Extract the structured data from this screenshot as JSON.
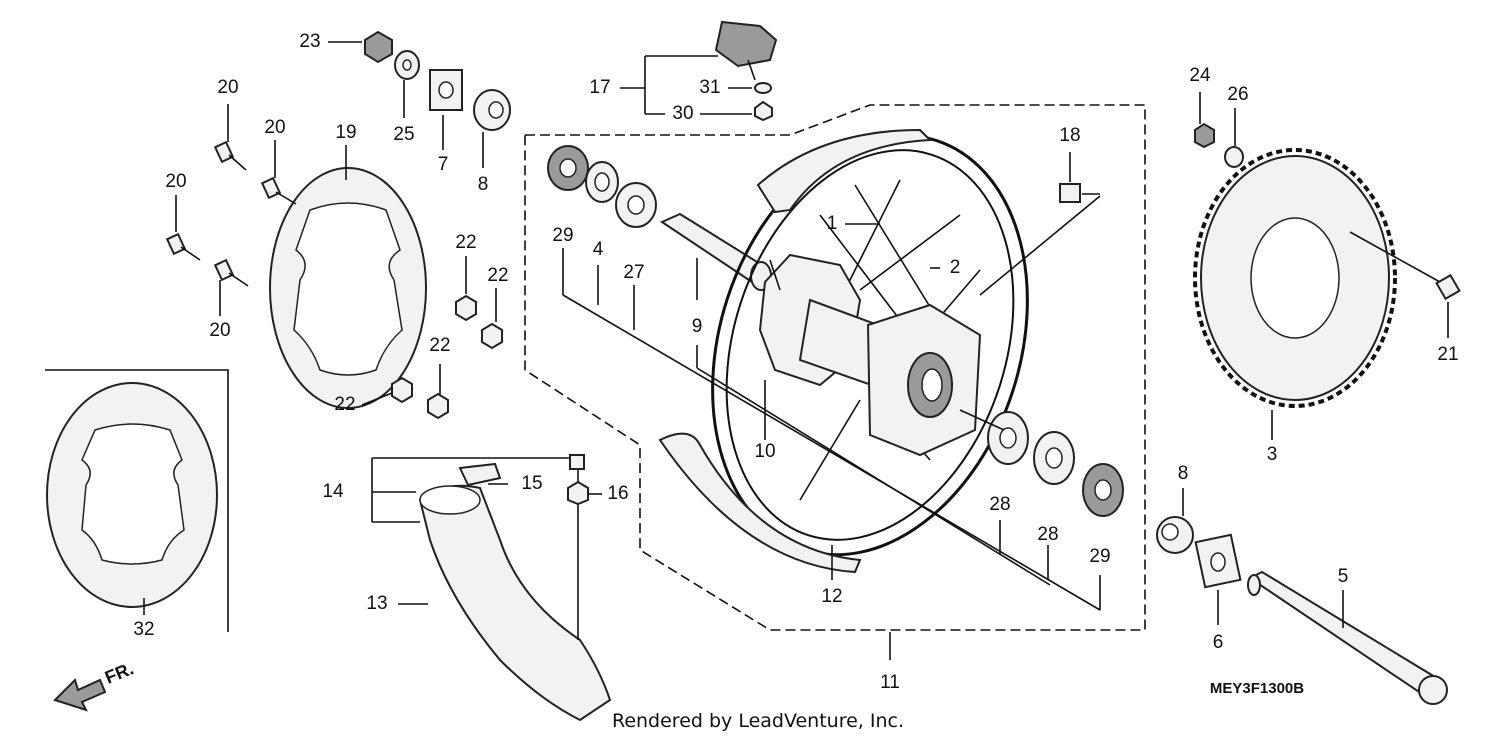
{
  "diagram": {
    "code": "MEY3F1300B",
    "credit": "Rendered by LeadVenture, Inc.",
    "direction_label": "FR.",
    "callouts": [
      "1",
      "2",
      "3",
      "4",
      "5",
      "6",
      "7",
      "8",
      "9",
      "10",
      "11",
      "12",
      "13",
      "14",
      "15",
      "16",
      "17",
      "18",
      "19",
      "20",
      "21",
      "22",
      "23",
      "24",
      "25",
      "26",
      "27",
      "28",
      "29",
      "30",
      "31",
      "32"
    ]
  }
}
